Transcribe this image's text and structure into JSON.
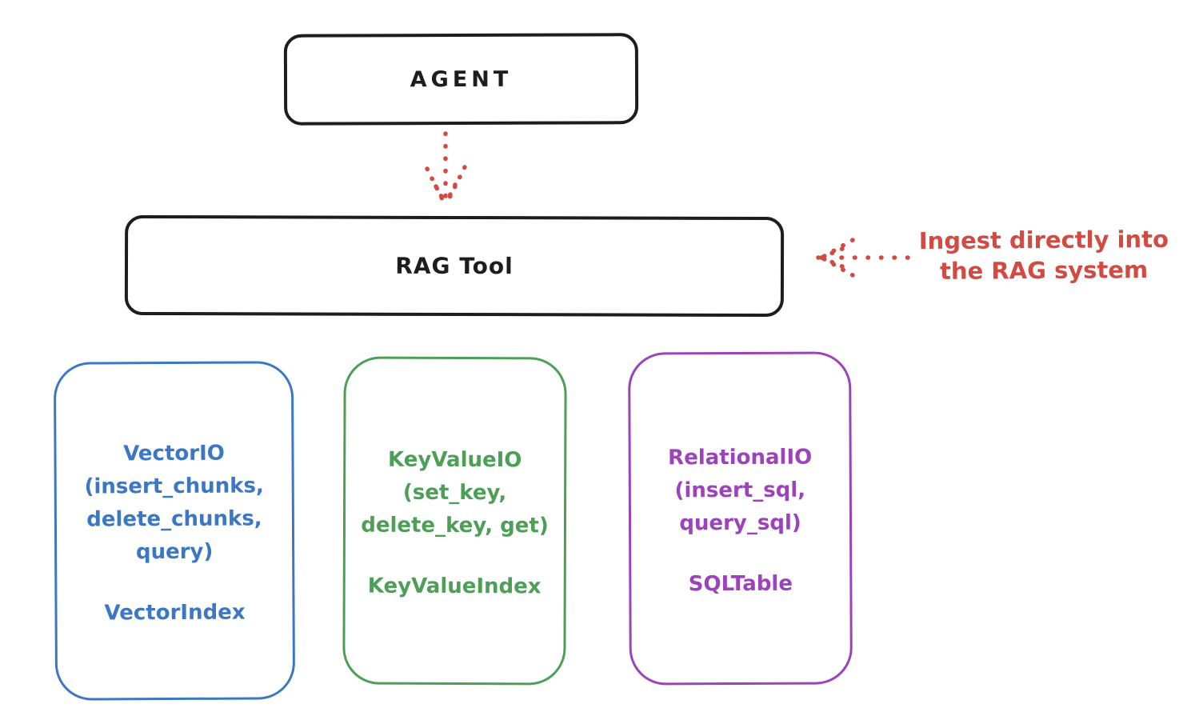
{
  "agent_box": {
    "label": "AGENT"
  },
  "rag_tool_box": {
    "label": "RAG Tool"
  },
  "annotation": {
    "line1": "Ingest directly into",
    "line2": "the RAG system"
  },
  "boxes": {
    "vector": {
      "title": "VectorIO",
      "methods": [
        "(insert_chunks,",
        "delete_chunks,",
        "query)"
      ],
      "index": "VectorIndex",
      "color": "#3b77c3"
    },
    "keyvalue": {
      "title": "KeyValueIO",
      "methods": [
        "(set_key,",
        "delete_key, get)"
      ],
      "index": "KeyValueIndex",
      "color": "#4d9e56"
    },
    "relational": {
      "title": "RelationalIO",
      "methods": [
        "(insert_sql,",
        "query_sql)"
      ],
      "index": "SQLTable",
      "color": "#9c42ba"
    }
  },
  "colors": {
    "outline": "#1d1d1d",
    "arrow_red": "#d14b42"
  }
}
